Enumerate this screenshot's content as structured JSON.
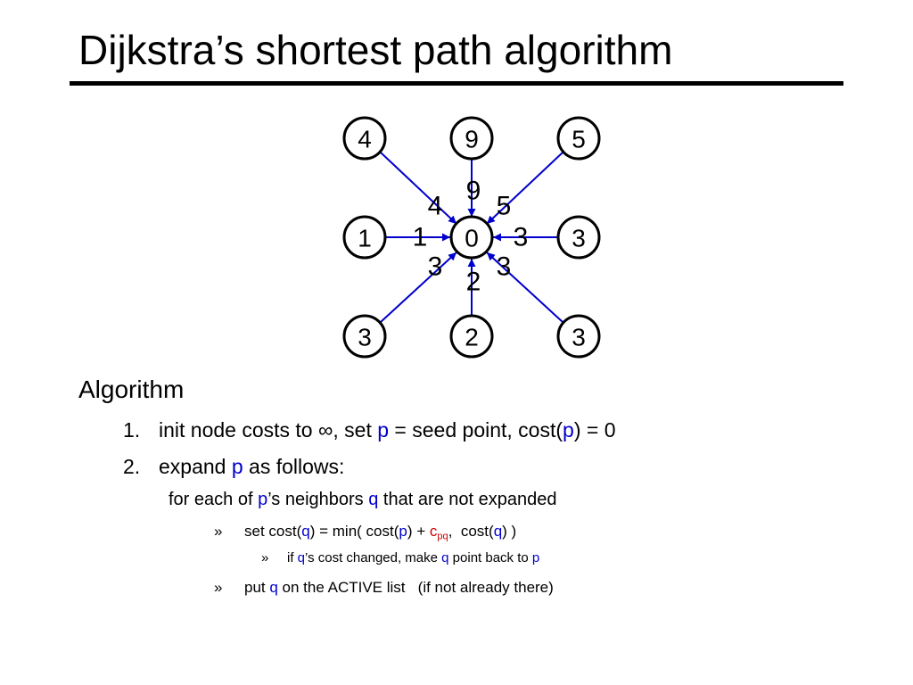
{
  "title": "Dijkstra’s shortest path algorithm",
  "colors": {
    "edge": "#0000cc",
    "variable": "#0000cc",
    "edge_cost": "#cc0000"
  },
  "graph": {
    "center": "0",
    "nodes": [
      "4",
      "9",
      "5",
      "1",
      "0",
      "3",
      "3",
      "2",
      "3"
    ],
    "edge_labels": [
      "4",
      "9",
      "5",
      "1",
      "3",
      "3",
      "2",
      "3"
    ]
  },
  "algorithm": {
    "heading": "Algorithm",
    "step1": {
      "num": "1.",
      "t1": "init node costs to ∞, set ",
      "p": "p",
      "t2": " = seed point, cost(",
      "p2": "p",
      "t3": ") = 0"
    },
    "step2": {
      "num": "2.",
      "t1": "expand ",
      "p": "p",
      "t2": " as follows:"
    },
    "sub1": {
      "t1": "for each of ",
      "p": "p",
      "t2": "’s neighbors ",
      "q": "q",
      "t3": " that are not expanded"
    },
    "bullet_a": {
      "mark": "»",
      "t1": "set cost(",
      "q": "q",
      "t2": ") = min( cost(",
      "p": "p",
      "t3": ") + ",
      "c": "c",
      "c_sub": "pq",
      "t4": ",  cost(",
      "q2": "q",
      "t5": ") )"
    },
    "bullet_b": {
      "mark": "»",
      "t1": "if ",
      "q": "q",
      "t2": "’s cost changed, make ",
      "q2": "q",
      "t3": " point back to ",
      "p": "p"
    },
    "bullet_c": {
      "mark": "»",
      "t1": "put ",
      "q": "q",
      "t2": " on the ACTIVE list   (if not already there)"
    }
  }
}
